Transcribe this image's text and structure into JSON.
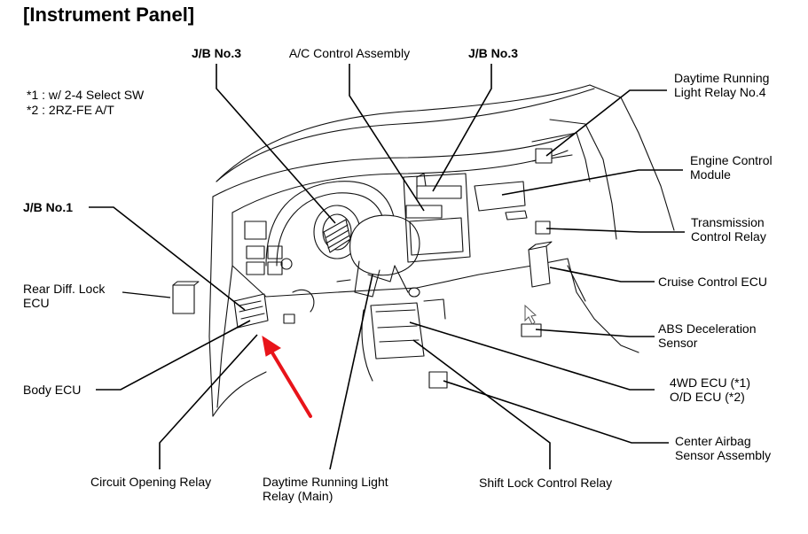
{
  "title": "[Instrument Panel]",
  "notes": [
    "*1 : w/ 2-4 Select SW",
    "*2 : 2RZ-FE A/T"
  ],
  "labels": {
    "jb3_left": "J/B No.3",
    "ac_control": "A/C Control Assembly",
    "jb3_right": "J/B No.3",
    "drl_relay4": [
      "Daytime Running",
      "Light Relay No.4"
    ],
    "engine_ecm": [
      "Engine Control",
      "Module"
    ],
    "trans_relay": [
      "Transmission",
      "Control Relay"
    ],
    "cruise_ecu": "Cruise Control ECU",
    "abs_sensor": [
      "ABS Deceleration",
      "Sensor"
    ],
    "fourwd_ecu": [
      "4WD ECU (*1)",
      "O/D ECU (*2)"
    ],
    "airbag_sensor": [
      "Center Airbag",
      "Sensor Assembly"
    ],
    "shift_lock": "Shift Lock Control Relay",
    "drl_main": [
      "Daytime Running Light",
      "Relay (Main)"
    ],
    "circuit_opening": "Circuit Opening Relay",
    "body_ecu": "Body ECU",
    "rear_diff": [
      "Rear Diff. Lock",
      "ECU"
    ],
    "jb1": "J/B No.1"
  },
  "colors": {
    "arrow": "#e8141a",
    "line": "#000000"
  },
  "icons": [
    "red-pointer-arrow-icon",
    "cursor-icon"
  ]
}
